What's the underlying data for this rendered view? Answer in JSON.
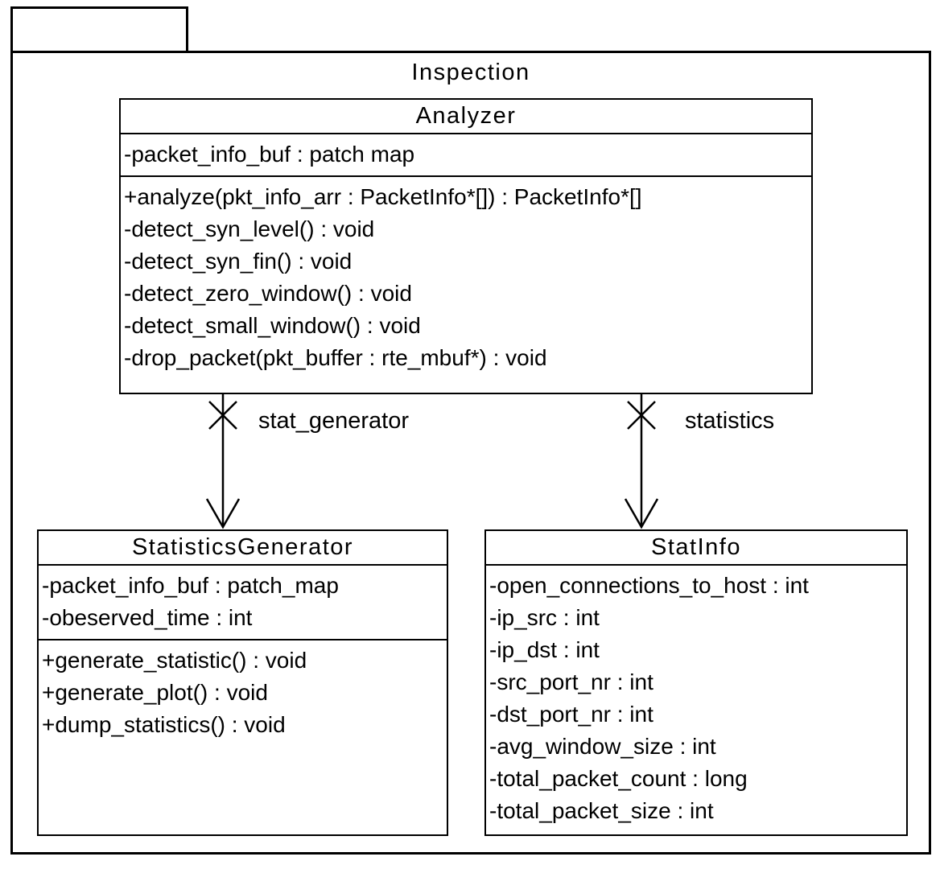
{
  "package": {
    "name": "Inspection"
  },
  "classes": [
    {
      "name": "Analyzer",
      "attributes": [
        "-packet_info_buf : patch map"
      ],
      "methods": [
        "+analyze(pkt_info_arr : PacketInfo*[]) : PacketInfo*[]",
        "-detect_syn_level() : void",
        "-detect_syn_fin() : void",
        "-detect_zero_window() : void",
        "-detect_small_window() : void",
        "-drop_packet(pkt_buffer : rte_mbuf*) : void"
      ]
    },
    {
      "name": "StatisticsGenerator",
      "attributes": [
        "-packet_info_buf : patch_map",
        "-obeserved_time : int"
      ],
      "methods": [
        "+generate_statistic() : void",
        "+generate_plot() : void",
        "+dump_statistics() : void"
      ]
    },
    {
      "name": "StatInfo",
      "attributes": [
        "-open_connections_to_host : int",
        "-ip_src : int",
        "-ip_dst : int",
        "-src_port_nr : int",
        "-dst_port_nr : int",
        "-avg_window_size : int",
        "-total_packet_count : long",
        "-total_packet_size : int"
      ],
      "methods": []
    }
  ],
  "associations": [
    {
      "label": "stat_generator",
      "from": "Analyzer",
      "to": "StatisticsGenerator",
      "end_marker": "x",
      "head": "open-arrow"
    },
    {
      "label": "statistics",
      "from": "Analyzer",
      "to": "StatInfo",
      "end_marker": "x",
      "head": "open-arrow"
    }
  ],
  "colors": {
    "line": "#000000",
    "background": "#ffffff"
  }
}
